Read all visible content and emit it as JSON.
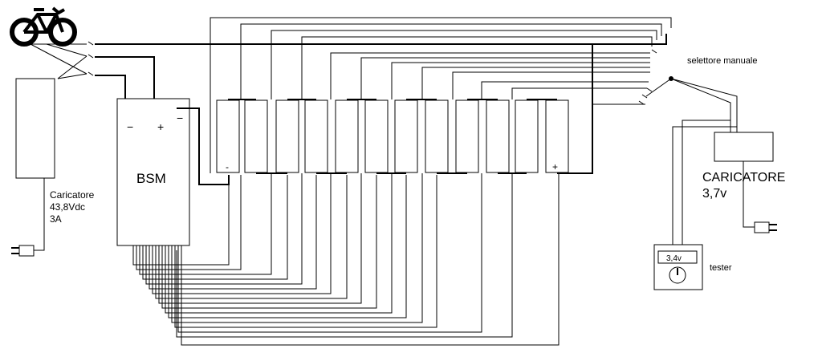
{
  "labels": {
    "bsm": "BSM",
    "charger_main_line1": "Caricatore",
    "charger_main_line2": "43,8Vdc",
    "charger_main_line3": "3A",
    "selector": "selettore manuale",
    "charger_cell_line1": "CARICATORE",
    "charger_cell_line2": "3,7v",
    "tester": "tester",
    "tester_display": "3,4v",
    "cell_minus": "-",
    "cell_plus": "+",
    "bsm_minus": "−",
    "bsm_plus": "+",
    "bsm_out_minus": "−"
  },
  "icons": {
    "bike": "bicycle-icon",
    "plug_left": "plug-icon",
    "plug_right": "plug-icon"
  },
  "cells": {
    "count": 12,
    "groups": 6
  }
}
